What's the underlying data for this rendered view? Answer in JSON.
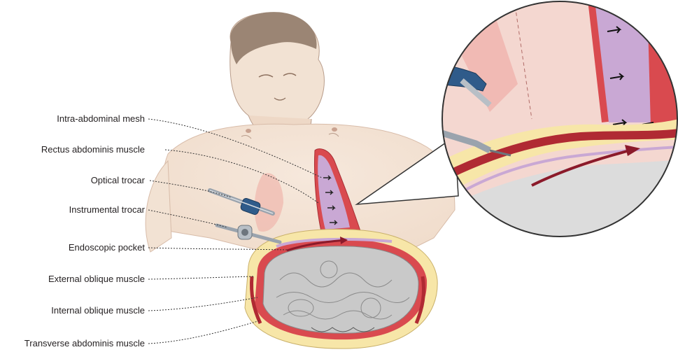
{
  "labels": [
    {
      "id": "intra-abdominal-mesh",
      "text": "Intra-abdominal mesh"
    },
    {
      "id": "rectus-abdominis-muscle",
      "text": "Rectus abdominis muscle"
    },
    {
      "id": "optical-trocar",
      "text": "Optical trocar"
    },
    {
      "id": "instrumental-trocar",
      "text": "Instrumental trocar"
    },
    {
      "id": "endoscopic-pocket",
      "text": "Endoscopic pocket"
    },
    {
      "id": "external-oblique-muscle",
      "text": "External oblique muscle"
    },
    {
      "id": "internal-oblique-muscle",
      "text": "Internal oblique muscle"
    },
    {
      "id": "transverse-abdominis-muscle",
      "text": "Transverse abdominis muscle"
    }
  ],
  "colors": {
    "skin": "#f2e2d3",
    "skin_shadow": "#e8cfbd",
    "hair": "#9b8574",
    "muscle": "#d94a4f",
    "muscle_light": "#f0a3a0",
    "fat": "#f7e6a8",
    "mesh": "#c9a8d4",
    "viscera": "#c9c9c9",
    "arrow": "#8b1a2a",
    "metal": "#9aa3ad",
    "trocar_blue": "#2f5b8a"
  }
}
